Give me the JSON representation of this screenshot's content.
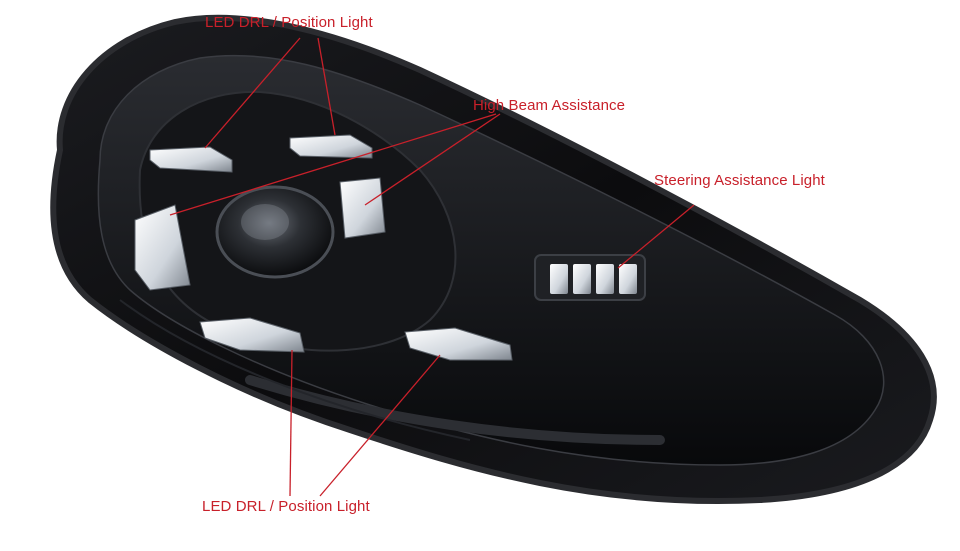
{
  "labels": {
    "drl_top": "LED DRL / Position Light",
    "high_beam": "High Beam Assistance",
    "steering": "Steering Assistance Light",
    "drl_bottom": "LED DRL / Position Light"
  },
  "colors": {
    "callout": "#c8202a",
    "housing": "#101012",
    "housing_edge": "#2b2c30",
    "led": "#e9edf2",
    "background": "#ffffff"
  }
}
